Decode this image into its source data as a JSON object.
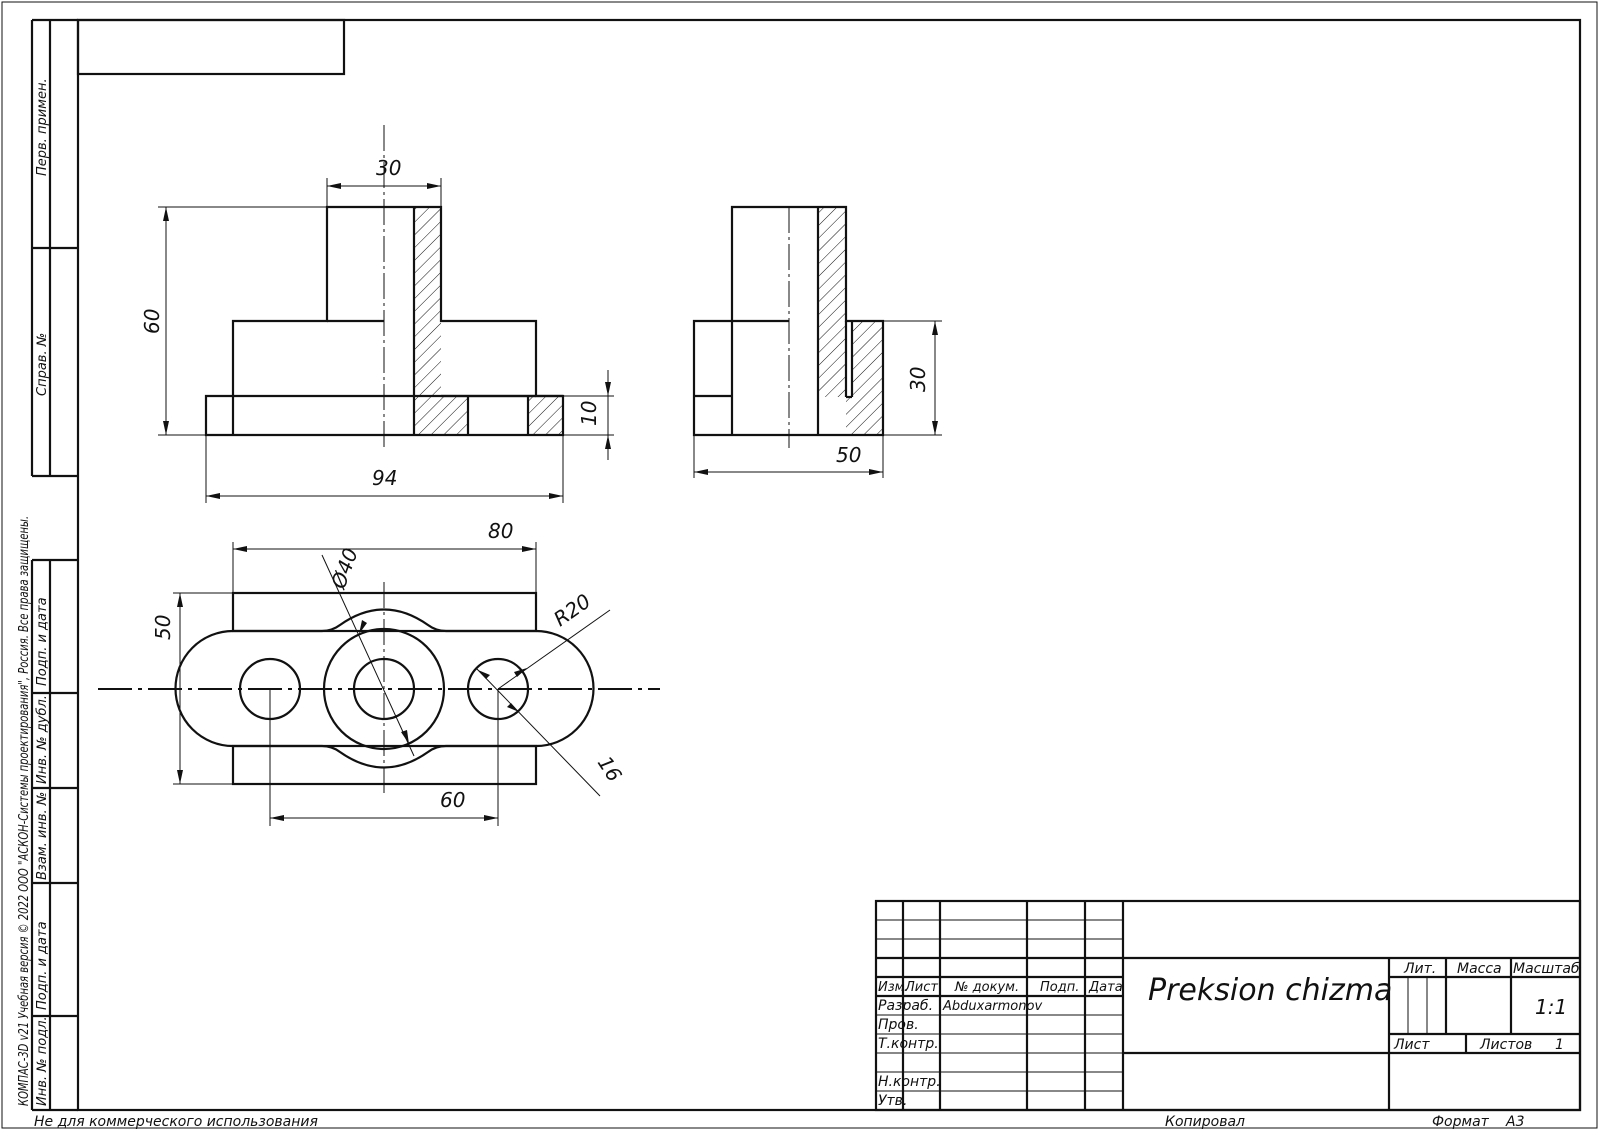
{
  "dimensions": {
    "front_width": "30",
    "front_height": "60",
    "front_base_thickness": "10",
    "front_total_width": "94",
    "side_height": "30",
    "side_width": "50",
    "plan_length": "80",
    "plan_width": "50",
    "plan_hole_spacing": "60",
    "plan_boss_diameter": "Ø40",
    "plan_radius": "R20",
    "plan_hole_diameter": "16"
  },
  "side_stamp": {
    "perv_primen": "Перв. примен.",
    "sprav_no": "Справ. №",
    "podp_data_1": "Подп. и дата",
    "inv_no_dubl": "Инв. № дубл.",
    "vzam_inv_no": "Взам. инв. №",
    "podp_data_2": "Подп. и дата",
    "inv_no_podl": "Инв. № подл.",
    "copyright": "КОМПАС-3D v21 Учебная версия © 2022 ООО \"АСКОН-Системы проектирования\", Россия. Все права защищены."
  },
  "title_block": {
    "izm": "Изм.",
    "list": "Лист",
    "no_dokum": "№ докум.",
    "podp": "Подп.",
    "data": "Дата",
    "razrab": "Разраб.",
    "razrab_name": "Abduxarmonov",
    "prov": "Пров.",
    "t_kontr": "Т.контр.",
    "n_kontr": "Н.контр.",
    "utv": "Утв.",
    "drawing_title": "Preksion chizma",
    "lit": "Лит.",
    "massa": "Масса",
    "masshtab": "Масштаб",
    "scale_value": "1:1",
    "list_label": "Лист",
    "listov_label": "Листов",
    "listov_value": "1"
  },
  "footer": {
    "non_commercial": "Не для коммерческого использования",
    "kopiroval": "Копировал",
    "format_label": "Формат",
    "format_value": "А3"
  }
}
